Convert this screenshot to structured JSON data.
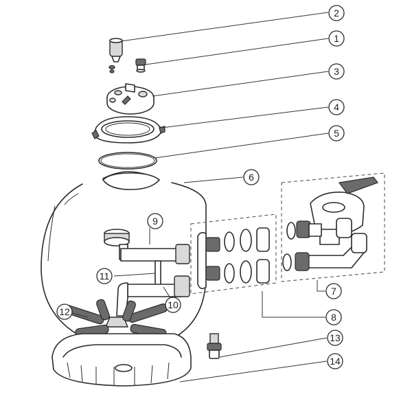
{
  "callouts": [
    {
      "id": "2",
      "label": "2"
    },
    {
      "id": "1",
      "label": "1"
    },
    {
      "id": "3",
      "label": "3"
    },
    {
      "id": "4",
      "label": "4"
    },
    {
      "id": "5",
      "label": "5"
    },
    {
      "id": "6",
      "label": "6"
    },
    {
      "id": "9",
      "label": "9"
    },
    {
      "id": "11",
      "label": "11"
    },
    {
      "id": "10",
      "label": "10"
    },
    {
      "id": "12",
      "label": "12"
    },
    {
      "id": "7",
      "label": "7"
    },
    {
      "id": "8",
      "label": "8"
    },
    {
      "id": "13",
      "label": "13"
    },
    {
      "id": "14",
      "label": "14"
    }
  ]
}
